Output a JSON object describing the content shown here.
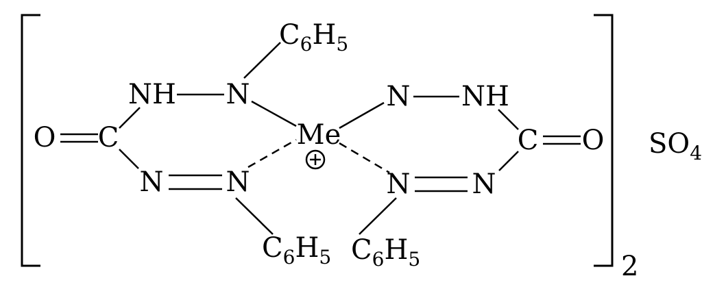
{
  "atoms": {
    "o_left": "O",
    "c_left": "C",
    "nh_left": "NH",
    "n_left_upper": "N",
    "n_left_lower_a": "N",
    "n_left_lower_b": "N",
    "metal": "Me",
    "charge": "+",
    "n_right_upper": "N",
    "nh_right": "NH",
    "c_right": "C",
    "o_right": "O",
    "n_right_lower_a": "N",
    "n_right_lower_b": "N"
  },
  "phenyls": {
    "top": {
      "base": "C",
      "sub1": "6",
      "mid": "H",
      "sub2": "5"
    },
    "bottom_left": {
      "base": "C",
      "sub1": "6",
      "mid": "H",
      "sub2": "5"
    },
    "bottom_right": {
      "base": "C",
      "sub1": "6",
      "mid": "H",
      "sub2": "5"
    }
  },
  "bracket_subscript": "2",
  "counter_ion": {
    "base": "SO",
    "sub": "4"
  }
}
